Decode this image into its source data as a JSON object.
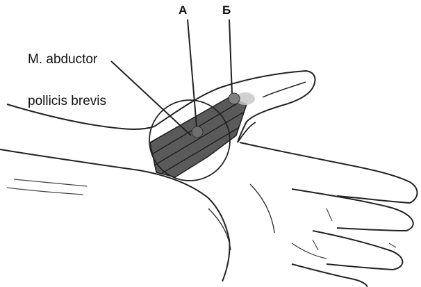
{
  "labels": {
    "muscle_line1": "M. abductor",
    "muscle_line2": "pollicis brevis",
    "point_a": "А",
    "point_b": "Б"
  },
  "colors": {
    "outline": "#222222",
    "muscle_fill": "#5a5a5a",
    "point_a_fill": "#6e6e6e",
    "point_b_fill": "#808080",
    "nail_highlight": "#c8c8c8"
  }
}
